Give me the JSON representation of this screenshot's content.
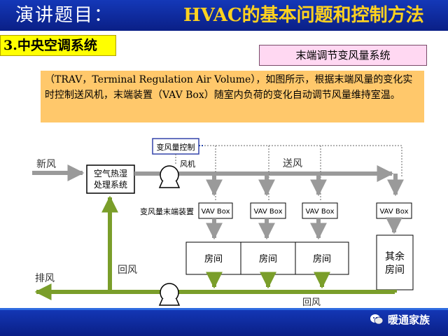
{
  "header": {
    "label": "演讲题目：",
    "title": "HVAC的基本问题和控制方法"
  },
  "section": {
    "label": "3.中央空调系统"
  },
  "system_tag": {
    "label": "末端调节变风量系统"
  },
  "description": {
    "text": "（TRAV，Terminal Regulation Air Volume），如图所示，根据末端风量的变化实时控制送风机，末端装置（VAV Box）随室内负荷的变化自动调节风量维持室温。"
  },
  "diagram": {
    "fresh_air": "新风",
    "supply_air": "送风",
    "return_air_left": "回风",
    "return_air_bottom": "回风",
    "exhaust": "排风",
    "fan": "风机",
    "air_handler": "空气热湿处理系统",
    "control": "变风量控制",
    "vav_label": "变风量末端装置",
    "vav_boxes": [
      "VAV Box",
      "VAV Box",
      "VAV Box",
      "VAV Box"
    ],
    "rooms": [
      "房间",
      "房间",
      "房间"
    ],
    "other_rooms": "其余房间"
  },
  "watermark": {
    "text": "暖通家族"
  },
  "colors": {
    "header_bg": "#0a1f86",
    "title_accent": "#ffd21f",
    "supply_line": "#9a9a9a",
    "return_line": "#7a9e2a",
    "section_bg": "#ffff00",
    "system_tag_bg": "#ffd8f2",
    "description_bg": "#ffc86b"
  }
}
